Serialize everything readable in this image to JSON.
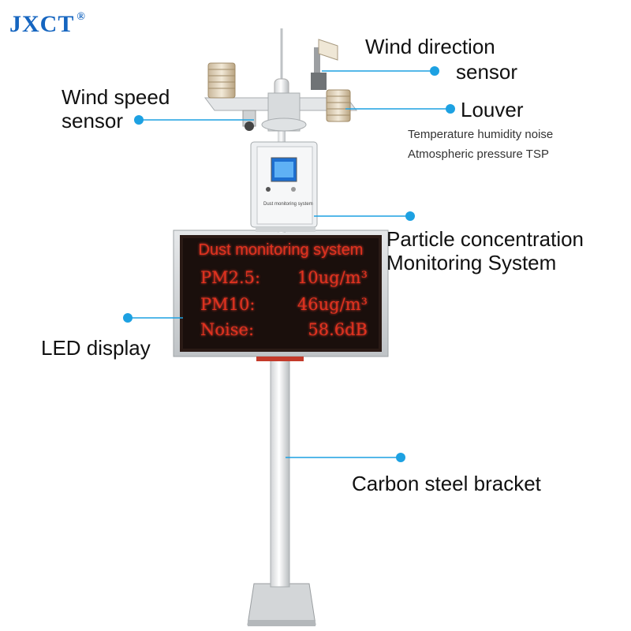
{
  "brand": {
    "name": "JXCT",
    "trademark": "®"
  },
  "labels": {
    "wind_direction_line1": "Wind direction",
    "wind_direction_line2": "sensor",
    "wind_speed_line1": "Wind speed",
    "wind_speed_line2": "sensor",
    "louver": "Louver",
    "louver_detail_line1": "Temperature humidity noise",
    "louver_detail_line2": "Atmospheric pressure TSP",
    "particle_line1": "Particle concentration",
    "particle_line2": "Monitoring System",
    "led_display": "LED display",
    "bracket": "Carbon steel bracket"
  },
  "led": {
    "title": "Dust monitoring system",
    "rows": [
      {
        "name": "PM2.5:",
        "value": "10ug/m³"
      },
      {
        "name": "PM10:",
        "value": "46ug/m³"
      },
      {
        "name": "Noise:",
        "value": "58.6dB"
      }
    ]
  },
  "box": {
    "line1": "Dust monitoring system"
  },
  "colors": {
    "callout": "#1da1e2",
    "brand": "#1565c0",
    "led_text": "#e0321f"
  }
}
